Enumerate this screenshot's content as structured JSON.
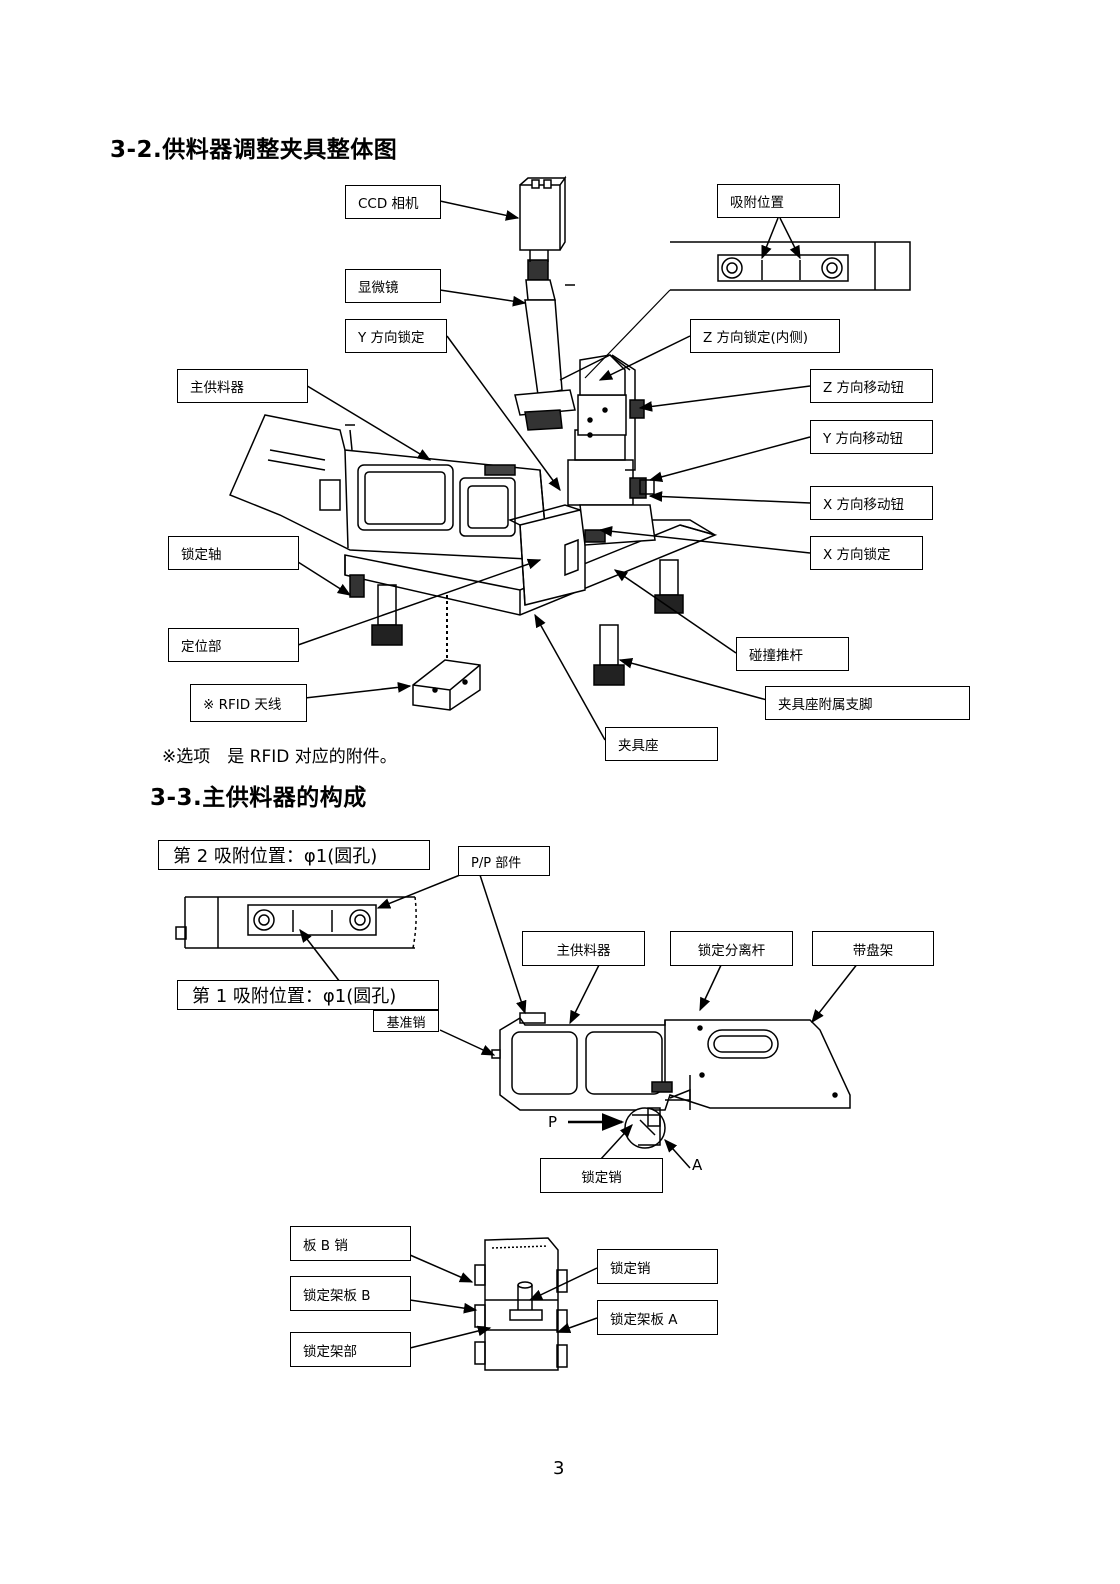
{
  "section_3_2": {
    "heading": "3-2.供料器调整夹具整体图",
    "labels": {
      "ccd_camera": "CCD 相机",
      "suction_position": "吸附位置",
      "microscope": "显微镜",
      "y_lock": "Y 方向锁定",
      "z_lock_inner": "Z 方向锁定(内侧)",
      "main_feeder": "主供料器",
      "z_knob": "Z 方向移动钮",
      "y_knob": "Y 方向移动钮",
      "x_knob": "X 方向移动钮",
      "x_lock": "X 方向锁定",
      "lock_shaft": "锁定轴",
      "positioning": "定位部",
      "push_rod": "碰撞推杆",
      "rfid_antenna": "※ RFID 天线",
      "jig_leg": "夹具座附属支脚",
      "jig_base": "夹具座"
    },
    "note": "※选项　是 RFID 对应的附件。"
  },
  "section_3_3": {
    "heading": "3-3.主供料器的构成",
    "labels": {
      "second_suction": "第 2 吸附位置：φ1(圆孔)",
      "pp_part": "P/P 部件",
      "main_feeder": "主供料器",
      "lock_release_lever": "锁定分离杆",
      "reel_holder": "带盘架",
      "first_suction": "第 1 吸附位置：φ1(圆孔)",
      "reference_pin": "基准销",
      "lock_pin": "锁定销",
      "marker_p": "P",
      "marker_a": "A"
    },
    "detail_labels": {
      "plate_b_pin": "板 B 销",
      "lock_bracket_b": "锁定架板 B",
      "lock_bracket_part": "锁定架部",
      "lock_pin": "锁定销",
      "lock_bracket_a": "锁定架板 A"
    }
  },
  "page_number": "3"
}
